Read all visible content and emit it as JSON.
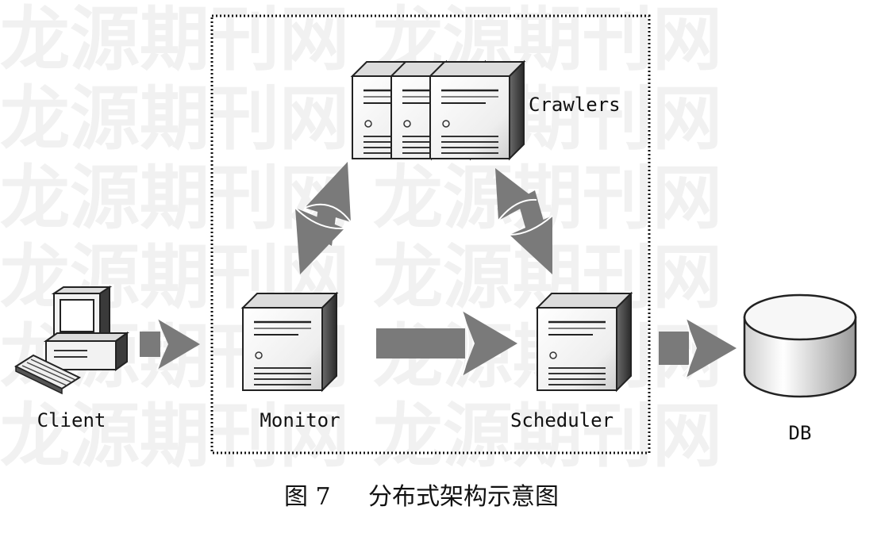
{
  "watermark": "龙源期刊网",
  "nodes": {
    "client": "Client",
    "monitor": "Monitor",
    "scheduler": "Scheduler",
    "crawlers": "Crawlers",
    "db": "DB"
  },
  "caption": {
    "figure_no": "图 7",
    "text": "分布式架构示意图"
  },
  "colors": {
    "arrow": "#7a7a7a",
    "server_face": "#f4f4f4",
    "server_side": "#4a4a4a",
    "outline": "#222222"
  }
}
